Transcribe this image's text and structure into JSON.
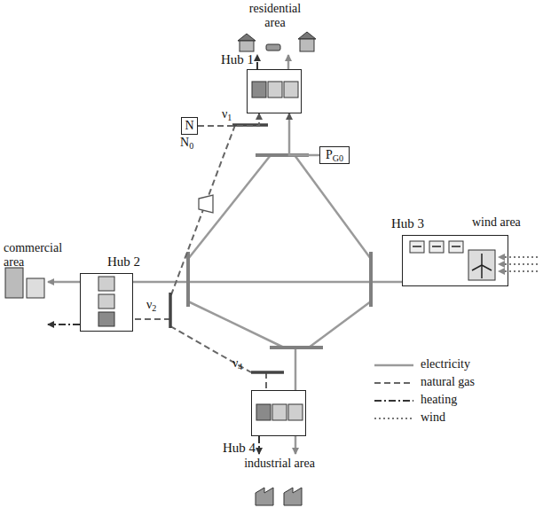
{
  "diagram": {
    "nodes": [
      {
        "text": [
          "Hub 1"
        ]
      },
      {
        "text": [
          "N"
        ]
      },
      {
        "text": [
          "PG0"
        ]
      },
      {
        "text": [
          "Hub 3"
        ]
      },
      {
        "text": [
          "Hub 2"
        ]
      },
      {
        "text": [
          "Hub 4"
        ]
      }
    ],
    "edges": [
      {
        "from": 1,
        "to": 0,
        "arrow": "to"
      },
      {
        "from": 2,
        "to": 0,
        "arrow": "to"
      }
    ],
    "labels": [
      "residential area",
      "N0",
      "ν1",
      "wind area",
      "commercial area",
      "ν2",
      "ν4",
      "industrial area"
    ],
    "legend": [
      {
        "text": "electricity"
      },
      {
        "text": "natural gas"
      },
      {
        "text": "heating"
      },
      {
        "text": "wind"
      }
    ]
  }
}
